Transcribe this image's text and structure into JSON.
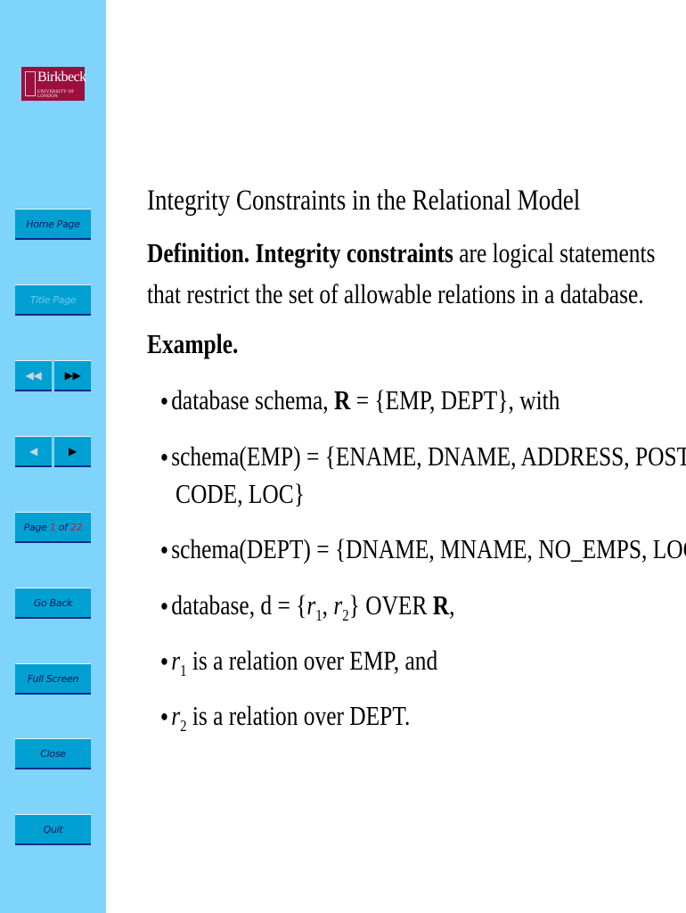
{
  "logo": {
    "name": "Birkbeck",
    "subtitle": "UNIVERSITY OF LONDON",
    "color": "#9b0f3e"
  },
  "nav": {
    "home": "Home Page",
    "title": "Title Page",
    "first_icon": "double-left-triangle",
    "last_icon": "double-right-triangle",
    "prev_icon": "left-triangle",
    "next_icon": "right-triangle",
    "page_word": "Page",
    "page_current": "1",
    "page_of": "of",
    "page_total": "22",
    "go_back": "Go Back",
    "full_screen": "Full Screen",
    "close": "Close",
    "quit": "Quit"
  },
  "colors": {
    "sidebar": "#7fd4fc",
    "button": "#00a0d2",
    "page_number": "#d0202a"
  },
  "slide": {
    "title": "Integrity Constraints in the Relational Model",
    "def_label": "Definition.",
    "def_term": "Integrity constraints",
    "def_rest1": "are logical statements",
    "def_rest2": "that restrict the set of allowable relations in a database.",
    "example": "Example.",
    "b1a": "database schema, ",
    "b1R": "R",
    "b1b": " = {EMP, DEPT}, with",
    "b2a": "schema(EMP) = {ENAME, DNAME, ADDRESS, POST-",
    "b2b": "CODE, LOC}",
    "b3": "schema(DEPT) = {DNAME, MNAME, NO_EMPS, LOC}.",
    "b4a": "database, d = {",
    "r": "r",
    "s1": "1",
    "comma": ", ",
    "s2": "2",
    "b4b": "} OVER ",
    "b4R": "R",
    "b4c": ",",
    "b5": " is a relation over EMP, and",
    "b6": " is a relation over DEPT."
  }
}
